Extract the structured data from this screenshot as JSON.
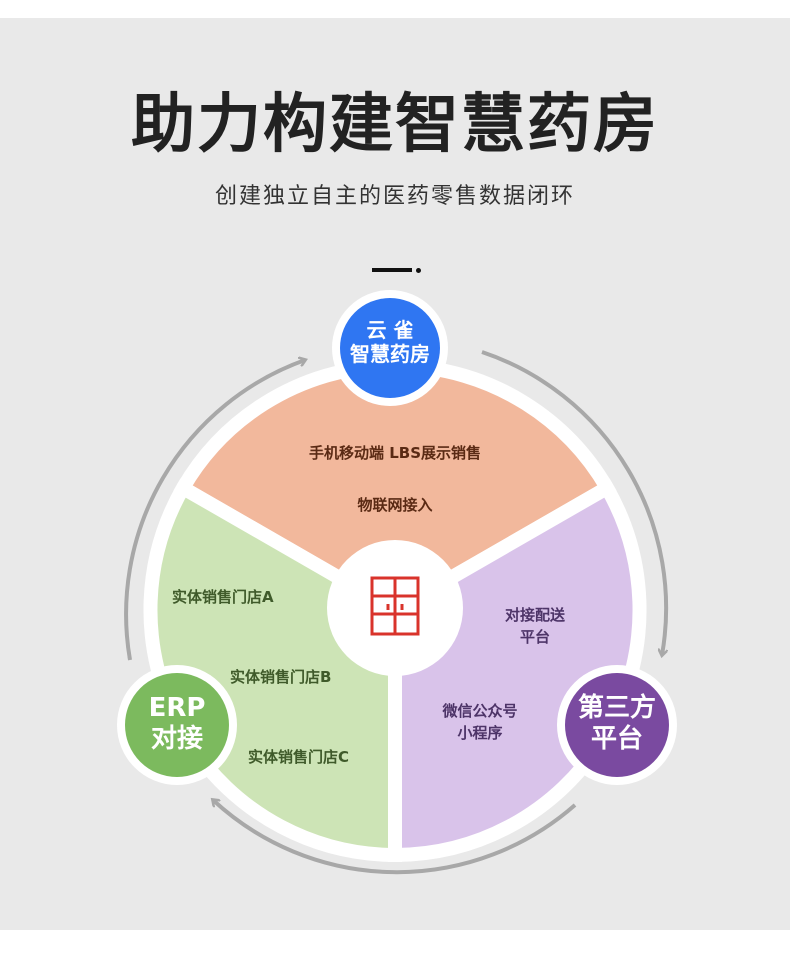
{
  "header": {
    "title": "助力构建智慧药房",
    "subtitle": "创建独立自主的医药零售数据闭环"
  },
  "diagram": {
    "nodes": {
      "top": {
        "line1": "云 雀",
        "line2": "智慧药房",
        "color": "#2f76f2"
      },
      "left": {
        "line1": "ERP",
        "line2": "对接",
        "color": "#7cba5e"
      },
      "right": {
        "line1": "第三方",
        "line2": "平台",
        "color": "#7a4aa0"
      }
    },
    "segments": {
      "orange": {
        "color": "#f2b89c",
        "items": [
          "手机移动端 LBS展示销售",
          "物联网接入"
        ]
      },
      "green": {
        "color": "#cde4b6",
        "items": [
          "实体销售门店A",
          "实体销售门店B",
          "实体销售门店C"
        ]
      },
      "purple": {
        "color": "#d9c3ea",
        "items": [
          "对接配送",
          "平台",
          "微信公众号",
          "小程序"
        ]
      }
    },
    "center_icon": "medicine-cabinet-icon",
    "accent_red": "#d9332b",
    "arrow_color": "#a8a8a8"
  }
}
